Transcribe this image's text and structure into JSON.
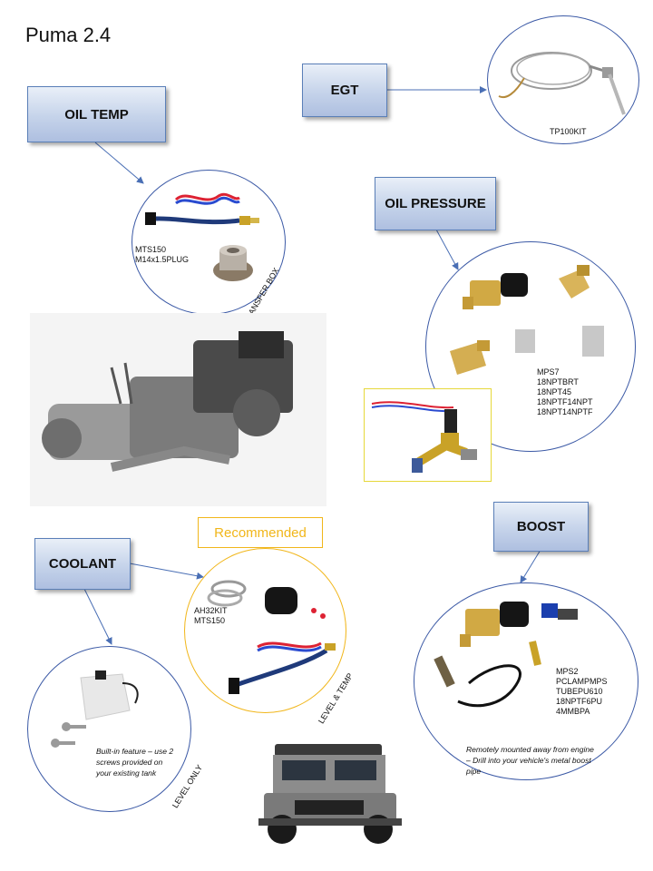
{
  "page": {
    "title": "Puma 2.4"
  },
  "boxes": {
    "oil_temp": "OIL TEMP",
    "egt": "EGT",
    "oil_pressure": "OIL PRESSURE",
    "coolant": "COOLANT",
    "boost": "BOOST"
  },
  "recommended": "Recommended",
  "labels": {
    "egt_parts": "TP100KIT",
    "oil_temp_parts": "MTS150\nM14x1.5PLUG",
    "oil_pressure_parts": "MPS7\n18NPTBRT\n18NPT45\n18NPTF14NPT\n18NPT14NPTF",
    "coolant_recommended_parts": "AH32KIT\nMTS150",
    "boost_parts": "MPS2\nPCLAMPMPS\nTUBEPU610\n18NPTF6PU\n4MMBPA"
  },
  "side_labels": {
    "transfer_box": "TRANSFER BOX",
    "level_temp": "LEVEL & TEMP",
    "level_only": "LEVEL ONLY"
  },
  "notes": {
    "coolant": "Built-in feature – use 2 screws provided on your existing tank",
    "boost": "Remotely mounted away from engine – Drill into your vehicle's metal boost pipe"
  },
  "colors": {
    "box_border": "#5a7fb8",
    "circle_border": "#3c5aa6",
    "recommended": "#f1b61a",
    "arrow": "#4a6fb5"
  },
  "icons": [
    "thermocouple-probe-icon",
    "sensor-harness-icon",
    "pressure-sender-icon",
    "brass-fitting-icon",
    "hose-clamp-icon",
    "coolant-tank-icon",
    "engine-image",
    "vehicle-image"
  ]
}
